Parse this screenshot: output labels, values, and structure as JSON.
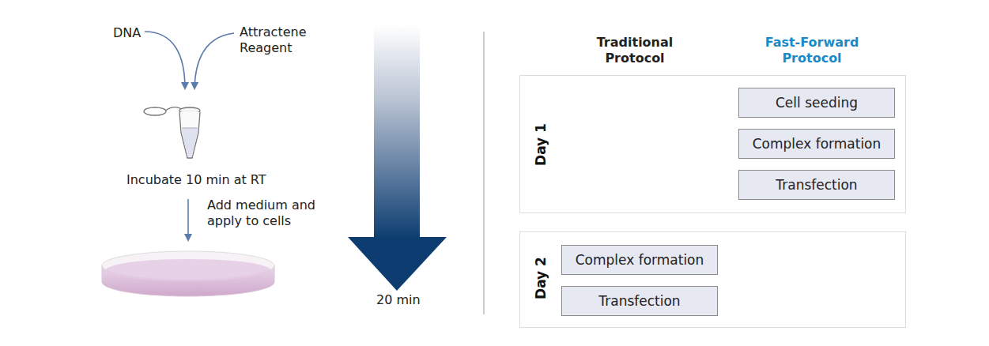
{
  "diagram": {
    "nodes": [
      {
        "text": [
          "Day 1"
        ]
      },
      {
        "text": [
          "Cell seeding"
        ],
        "in": 0
      },
      {
        "text": [
          "Complex formation"
        ],
        "in": 0
      },
      {
        "text": [
          "Transfection"
        ],
        "in": 0
      },
      {
        "text": [
          "Day 2"
        ]
      },
      {
        "text": [
          "Complex formation"
        ],
        "in": 4
      },
      {
        "text": [
          "Transfection"
        ],
        "in": 4
      }
    ],
    "labels": [
      "DNA",
      "Attractene Reagent",
      "Incubate 10 min at RT",
      "Add medium and apply to cells",
      "20 min",
      "Traditional Protocol",
      "Fast-Forward Protocol",
      "Cell seeding"
    ]
  }
}
